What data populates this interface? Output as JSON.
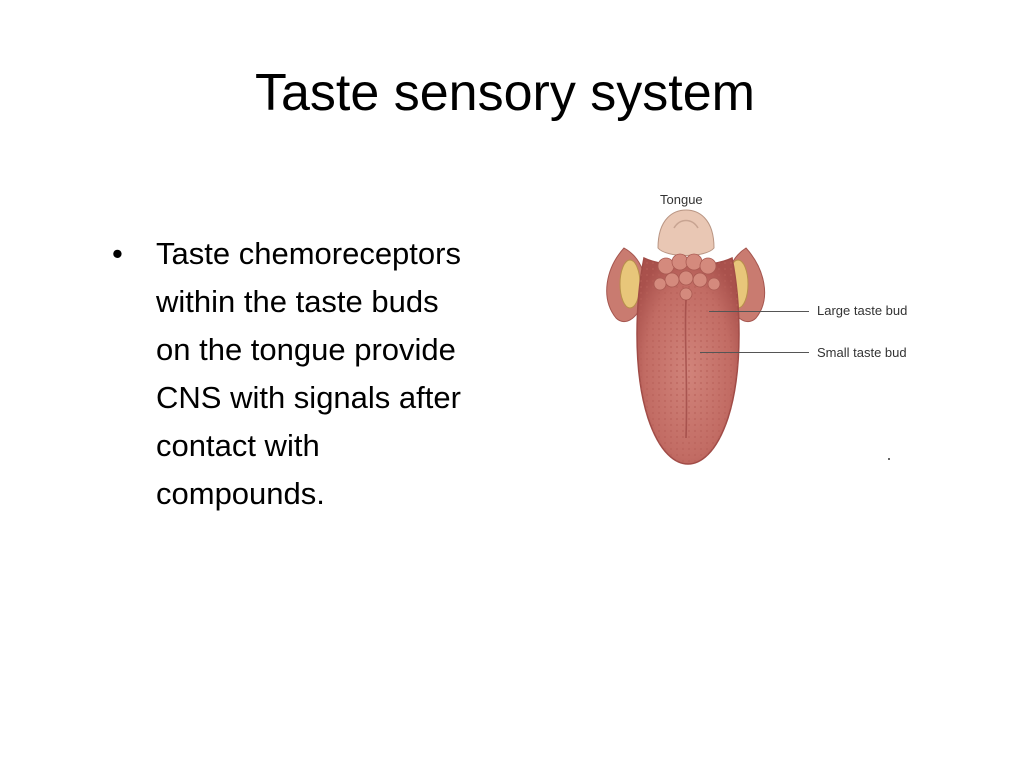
{
  "slide": {
    "title": "Taste sensory system",
    "bullets": [
      {
        "lines": [
          "Taste chemoreceptors",
          "within the taste buds",
          "on the tongue provide",
          "CNS with signals after",
          "contact with",
          "compounds."
        ]
      }
    ],
    "bullet_symbol": "•"
  },
  "figure": {
    "tongue_label": "Tongue",
    "large_taste_bud_label": "Large taste bud",
    "small_taste_bud_label": "Small taste bud",
    "colors": {
      "tongue_surface": "#c9726a",
      "tongue_edge": "#a9514c",
      "papillae": "#d48a7d",
      "epiglottis": "#e9c7b4",
      "tonsil": "#e8c67a"
    }
  }
}
